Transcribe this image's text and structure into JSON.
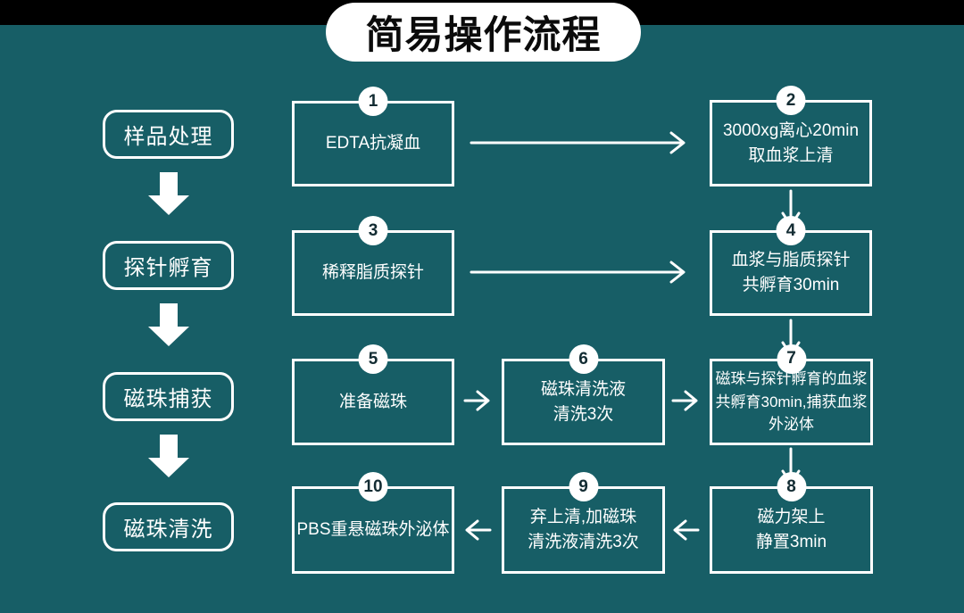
{
  "title": "简易操作流程",
  "colors": {
    "background": "#175E66",
    "top_strip": "#000000",
    "line": "#FFFFFF",
    "badge_text": "#132C33",
    "title_text": "#0B0B0B",
    "title_bg": "#FFFFFF"
  },
  "stages": [
    {
      "label": "样品处理"
    },
    {
      "label": "探针孵育"
    },
    {
      "label": "磁珠捕获"
    },
    {
      "label": "磁珠清洗"
    }
  ],
  "steps": [
    {
      "num": "1",
      "lines": [
        "EDTA抗凝血"
      ]
    },
    {
      "num": "2",
      "lines": [
        "3000xg离心20min",
        "取血浆上清"
      ]
    },
    {
      "num": "3",
      "lines": [
        "稀释脂质探针"
      ]
    },
    {
      "num": "4",
      "lines": [
        "血浆与脂质探针",
        "共孵育30min"
      ]
    },
    {
      "num": "5",
      "lines": [
        "准备磁珠"
      ]
    },
    {
      "num": "6",
      "lines": [
        "磁珠清洗液",
        "清洗3次"
      ]
    },
    {
      "num": "7",
      "lines": [
        "磁珠与探针孵育的血浆",
        "共孵育30min,捕获血浆",
        "外泌体"
      ]
    },
    {
      "num": "8",
      "lines": [
        "磁力架上",
        "静置3min"
      ]
    },
    {
      "num": "9",
      "lines": [
        "弃上清,加磁珠",
        "清洗液清洗3次"
      ]
    },
    {
      "num": "10",
      "lines": [
        "PBS重悬磁珠外泌体"
      ]
    }
  ]
}
